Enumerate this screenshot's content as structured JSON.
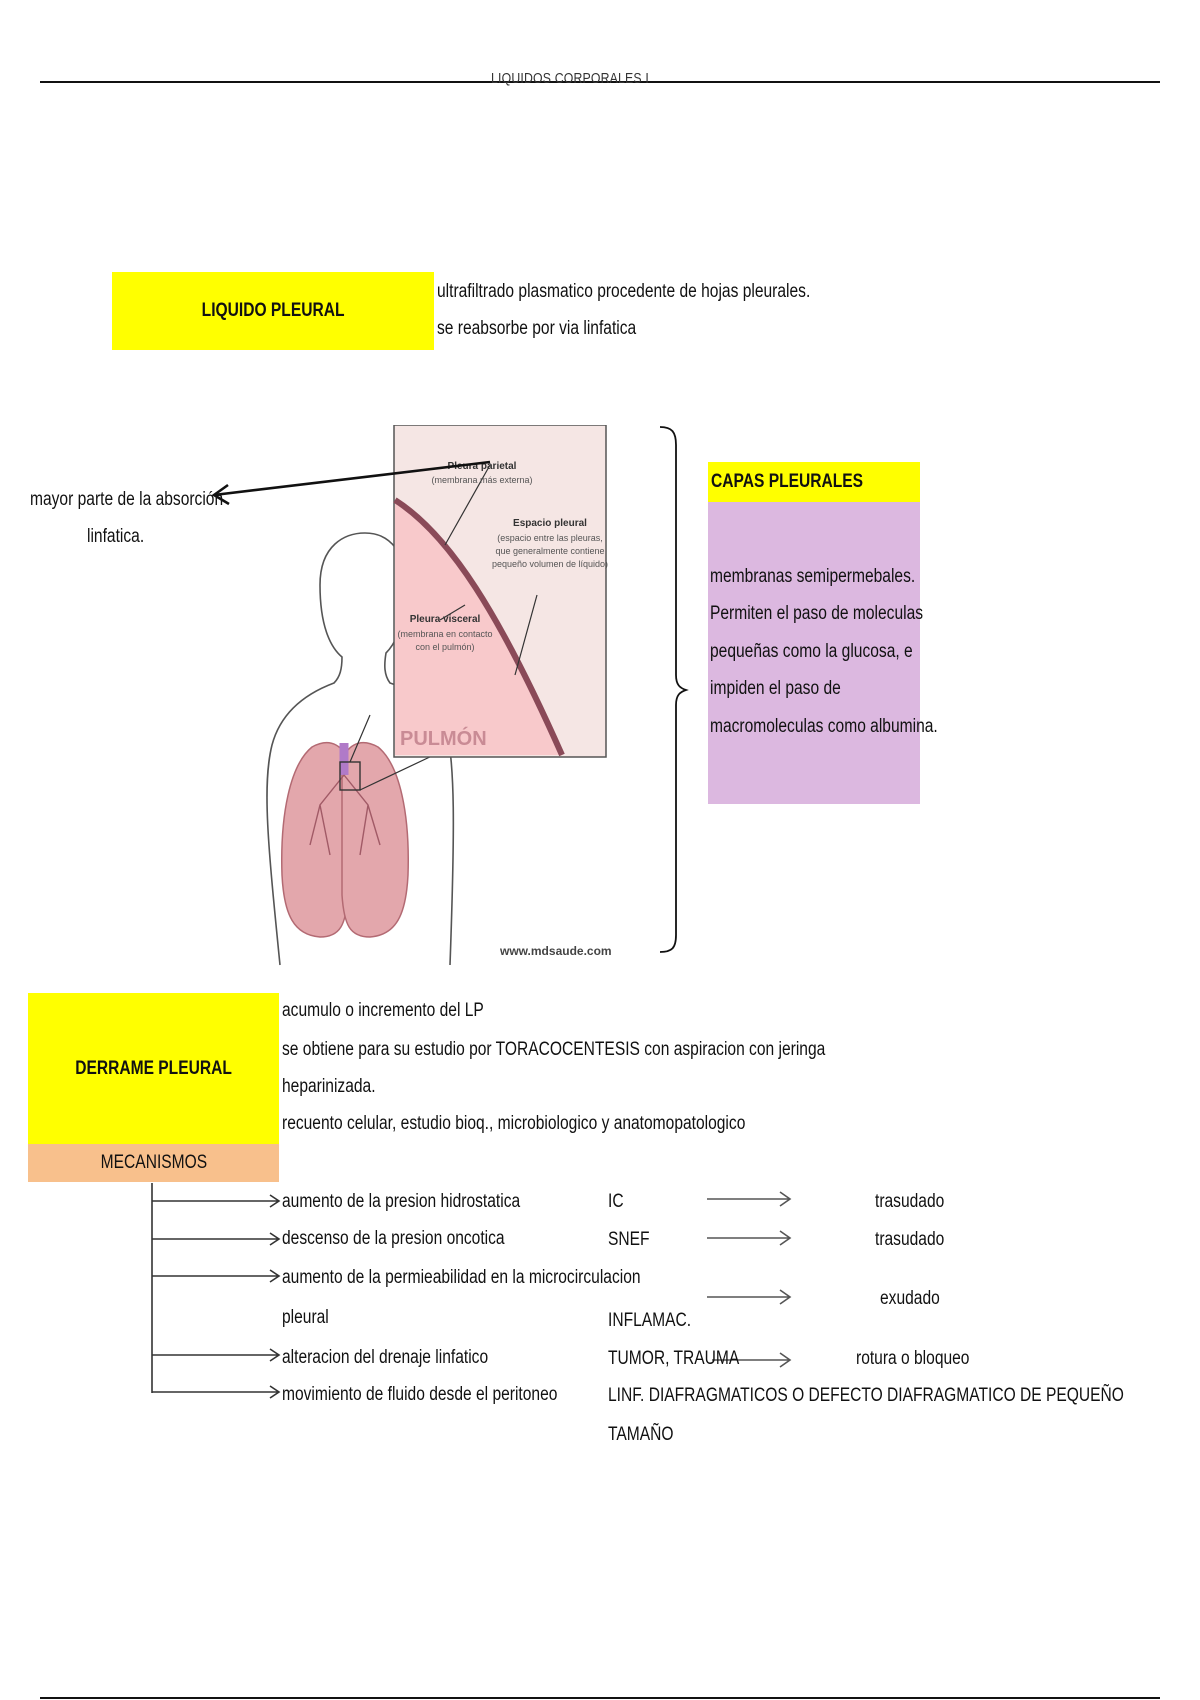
{
  "header": {
    "title": "LIQUIDOS CORPORALES I"
  },
  "liquido_pleural": {
    "label": "LIQUIDO PLEURAL",
    "lines": [
      "ultrafiltrado plasmatico procedente de hojas pleurales.",
      "se reabsorbe por via linfatica"
    ]
  },
  "absorcion": {
    "lines": [
      "mayor parte de la absorción",
      "linfatica."
    ]
  },
  "illustration": {
    "pleura_parietal": "Pleura parietal",
    "pleura_parietal_sub": "(membrana más externa)",
    "espacio_pleural": "Espacio pleural",
    "espacio_sub": [
      "(espacio entre las pleuras,",
      "que generalmente contiene",
      "pequeño volumen de líquido)"
    ],
    "pleura_visceral": "Pleura visceral",
    "visceral_sub": [
      "(membrana en contacto",
      "con el pulmón)"
    ],
    "pulmon": "PULMÓN",
    "credit": "www.mdsaude.com"
  },
  "capas_pleurales": {
    "label": "CAPAS PLEURALES",
    "lines": [
      "membranas semipermebales.",
      "Permiten el paso de moleculas",
      "pequeñas como la glucosa, e",
      "impiden el paso de",
      "macromoleculas como albumina."
    ]
  },
  "derrame": {
    "label": "DERRAME PLEURAL",
    "mecanismos_label": "MECANISMOS",
    "lines": [
      "acumulo o incremento del LP",
      "se obtiene para su estudio por TORACOCENTESIS con  aspiracion con jeringa",
      "heparinizada.",
      "recuento celular, estudio bioq., microbiologico y anatomopatologico"
    ]
  },
  "mecanismos": [
    {
      "mechanism": "aumento de la presion hidrostatica",
      "cause": "IC",
      "result": "trasudado"
    },
    {
      "mechanism": "descenso de la presion oncotica",
      "cause": "SNEF",
      "result": "trasudado"
    },
    {
      "mechanism": "aumento de la permieabilidad en la microcirculacion",
      "mechanism_cont": "pleural",
      "cause": "INFLAMAC.",
      "result": "exudado"
    },
    {
      "mechanism": "alteracion del drenaje linfatico",
      "cause": "TUMOR, TRAUMA",
      "result": "rotura o bloqueo"
    },
    {
      "mechanism": "movimiento de fluido desde el peritoneo",
      "cause": "LINF. DIAFRAGMATICOS O DEFECTO DIAFRAGMATICO DE PEQUEÑO",
      "cause_cont": "TAMAÑO"
    }
  ]
}
